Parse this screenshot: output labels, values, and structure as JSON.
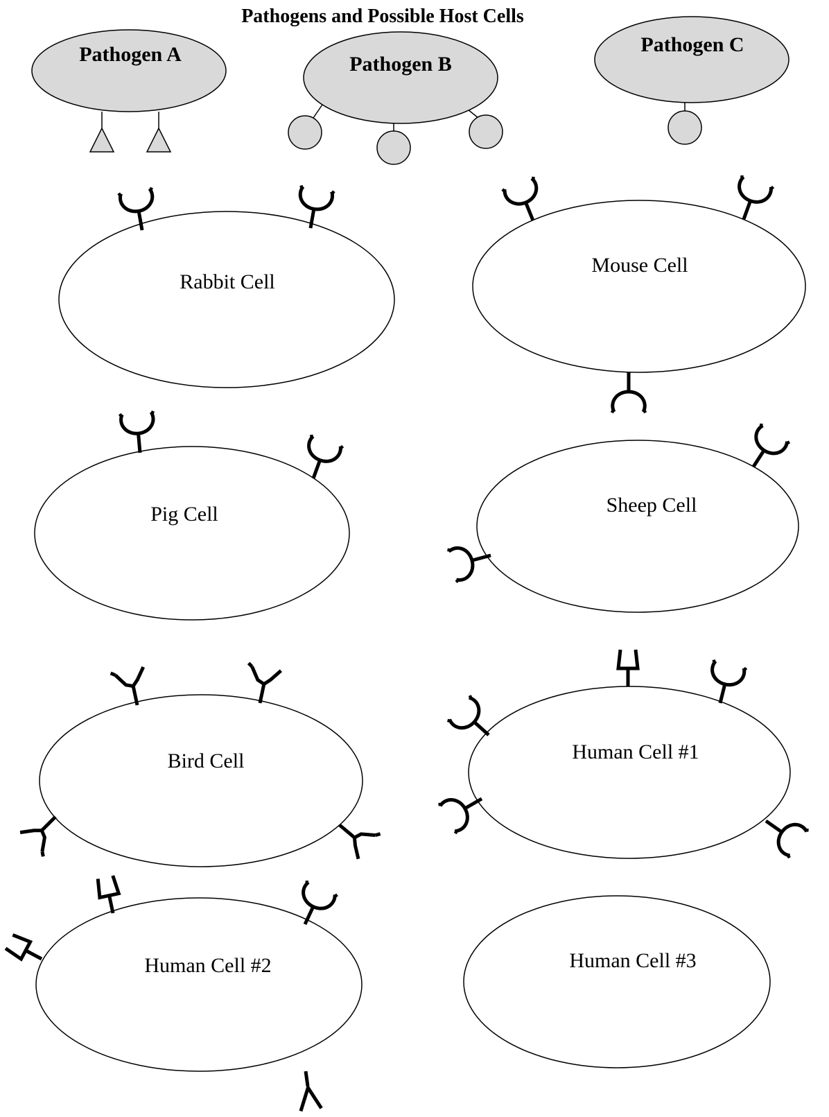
{
  "title": "Pathogens and Possible Host Cells",
  "colors": {
    "pathogen_fill": "#d9d9d9",
    "cell_fill": "#ffffff",
    "line": "#000000"
  },
  "pathogens": [
    {
      "label": "Pathogen A",
      "antigen": "triangle",
      "antigen_count": 2
    },
    {
      "label": "Pathogen B",
      "antigen": "circle",
      "antigen_count": 3
    },
    {
      "label": "Pathogen C",
      "antigen": "circle",
      "antigen_count": 1
    }
  ],
  "cells": [
    {
      "label": "Rabbit Cell",
      "receptors": [
        "circle",
        "circle"
      ]
    },
    {
      "label": "Mouse Cell",
      "receptors": [
        "circle",
        "circle",
        "circle"
      ]
    },
    {
      "label": "Pig Cell",
      "receptors": [
        "circle",
        "circle"
      ]
    },
    {
      "label": "Sheep Cell",
      "receptors": [
        "circle",
        "circle"
      ]
    },
    {
      "label": "Bird Cell",
      "receptors": [
        "angular",
        "angular",
        "angular",
        "angular"
      ]
    },
    {
      "label": "Human Cell #1",
      "receptors": [
        "square",
        "circle",
        "circle",
        "circle",
        "circle"
      ]
    },
    {
      "label": "Human Cell #2",
      "receptors": [
        "square",
        "square",
        "circle",
        "triangle"
      ]
    },
    {
      "label": "Human Cell #3",
      "receptors": []
    }
  ]
}
